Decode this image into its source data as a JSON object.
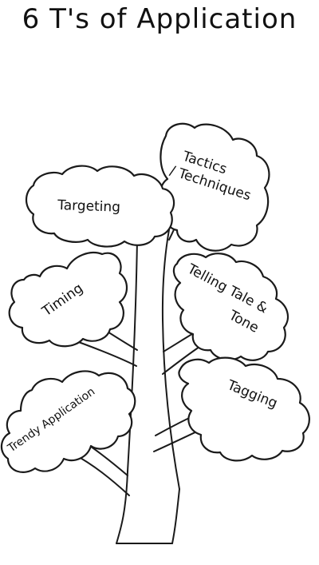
{
  "title": "6 T's of Application",
  "leaves": {
    "tactics": {
      "line1": "Tactics",
      "line2": "/ Techniques"
    },
    "targeting": {
      "label": "Targeting"
    },
    "timing": {
      "label": "Timing"
    },
    "telling": {
      "line1": "Telling Tale &",
      "line2": "Tone"
    },
    "tagging": {
      "label": "Tagging"
    },
    "trendy": {
      "label": "Trendy Application"
    }
  }
}
